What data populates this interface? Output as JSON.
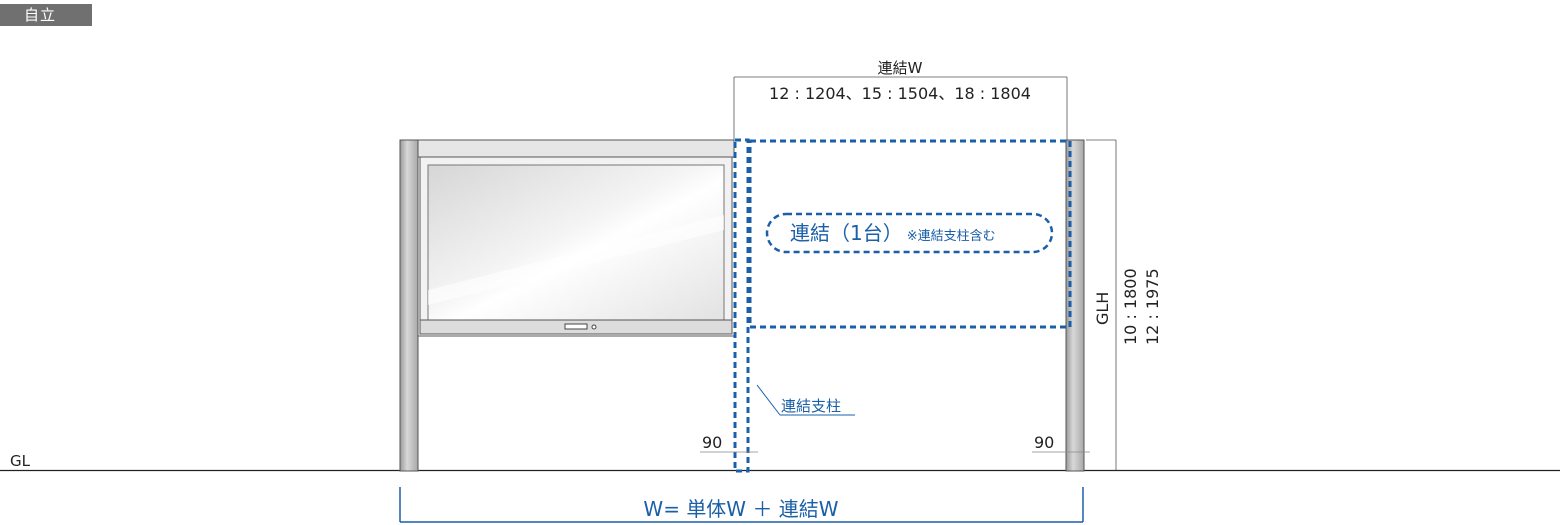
{
  "badge": "自立",
  "labels": {
    "gl": "GL",
    "renketsu_w_title": "連結W",
    "renketsu_w_values": "12 : 1204、15 : 1504、18 : 1804",
    "renketsu_unit": "連結（1台）",
    "renketsu_note": "※連結支柱含む",
    "renketsu_post": "連結支柱",
    "glh": "GLH",
    "height_10": "10 : 1800",
    "height_12": "12 : 1975",
    "dim_left": "90",
    "dim_right": "90",
    "total_width": "W= 単体W ＋ 連結W"
  },
  "colors": {
    "accent_blue": "#1a5fa8",
    "badge_gray": "#707070",
    "post_gray": "#c8c8c8",
    "line": "#222222"
  }
}
